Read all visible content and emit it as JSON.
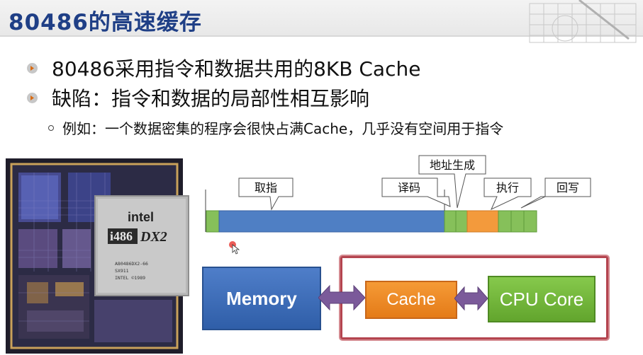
{
  "slide": {
    "title": "80486的高速缓存",
    "bullets": [
      "80486采用指令和数据共用的8KB Cache",
      "缺陷：指令和数据的局部性相互影响"
    ],
    "sub_bullet": "例如：一个数据密集的程序会很快占满Cache，几乎没有空间用于指令"
  },
  "pipeline": {
    "labels": {
      "fetch": "取指",
      "decode": "译码",
      "address": "地址生成",
      "execute": "执行",
      "writeback": "回写"
    },
    "colors": {
      "fetch": "#4f7fc4",
      "short_stage": "#86c05a",
      "execute": "#f39a3c"
    }
  },
  "diagram": {
    "memory": "Memory",
    "cache": "Cache",
    "cpu_core": "CPU Core",
    "colors": {
      "memory": "#3b6cb7",
      "cache": "#ef8a25",
      "cpu": "#73b63c",
      "frame": "#b4444f",
      "arrow": "#7b5a9a"
    }
  },
  "chip": {
    "brand": "intel",
    "model": "i486",
    "variant": "DX2",
    "markings": [
      "A80486DX2-66",
      "SX911",
      "INTEL ©1989"
    ]
  }
}
